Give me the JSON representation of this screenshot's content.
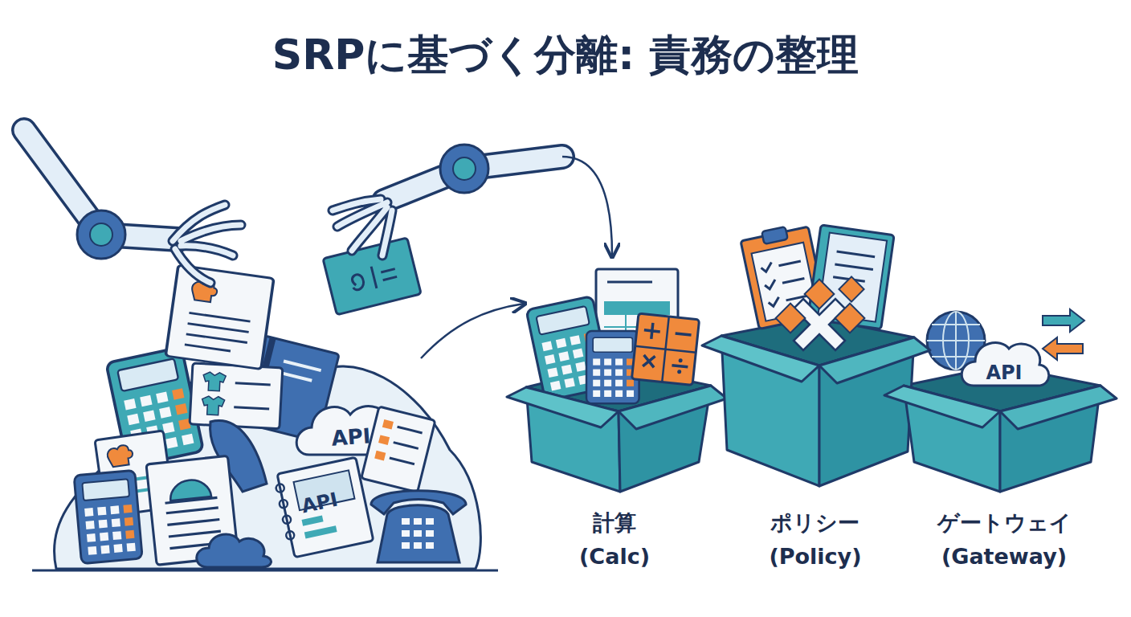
{
  "diagram": {
    "title": "SRPに基づく分離: 責務の整理",
    "nodes": [
      {
        "text": [
          "計算 (Calc)"
        ]
      },
      {
        "text": [
          "ポリシー (Policy)"
        ]
      },
      {
        "text": [
          "ゲートウェイ (Gateway)"
        ]
      }
    ],
    "labels": [
      "API",
      "API",
      "API"
    ]
  }
}
